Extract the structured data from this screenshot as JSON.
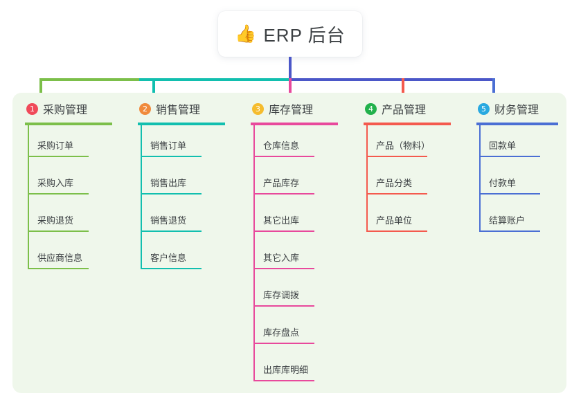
{
  "title": {
    "icon": "thumbs-up-icon",
    "icon_glyph": "👍",
    "text": "ERP 后台"
  },
  "theme": {
    "panel_bg": "#EFF7EB",
    "page_bg": "#FFFFFF",
    "stem_color": "#4B57C8",
    "text_color": "#3C4043"
  },
  "columns": [
    {
      "index": "1",
      "title": "采购管理",
      "badge_color": "#F04A5A",
      "line_color": "#7CBF4A",
      "items": [
        "采购订单",
        "采购入库",
        "采购退货",
        "供应商信息"
      ]
    },
    {
      "index": "2",
      "title": "销售管理",
      "badge_color": "#F08A3C",
      "line_color": "#12BFAF",
      "items": [
        "销售订单",
        "销售出库",
        "销售退货",
        "客户信息"
      ]
    },
    {
      "index": "3",
      "title": "库存管理",
      "badge_color": "#F5BC2E",
      "line_color": "#E8499C",
      "items": [
        "仓库信息",
        "产品库存",
        "其它出库",
        "其它入库",
        "库存调拨",
        "库存盘点",
        "出库库明细"
      ]
    },
    {
      "index": "4",
      "title": "产品管理",
      "badge_color": "#22B14C",
      "line_color": "#F45A4E",
      "items": [
        "产品（物料）",
        "产品分类",
        "产品单位"
      ]
    },
    {
      "index": "5",
      "title": "财务管理",
      "badge_color": "#29A9E0",
      "line_color": "#4B6FD4",
      "items": [
        "回款单",
        "付款单",
        "结算账户"
      ]
    }
  ]
}
